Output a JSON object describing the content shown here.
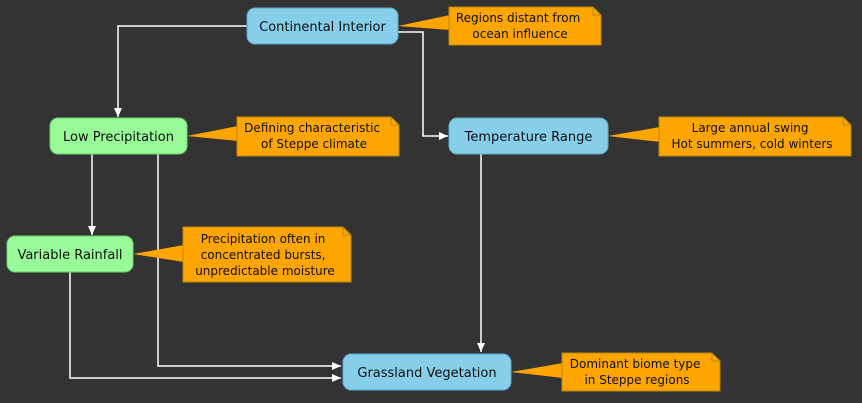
{
  "colors": {
    "background": "#333333",
    "blue_node": "#87CEEB",
    "green_node": "#98FB98",
    "note_fill": "#FFA500",
    "note_stroke": "#B8860B",
    "edge": "#FFFFFF"
  },
  "nodes": {
    "continental": {
      "label": "Continental Interior"
    },
    "low_precip": {
      "label": "Low Precipitation"
    },
    "temp_range": {
      "label": "Temperature Range"
    },
    "variable_rain": {
      "label": "Variable Rainfall"
    },
    "grassland": {
      "label": "Grassland Vegetation"
    }
  },
  "notes": {
    "continental": {
      "lines": [
        "Regions distant from",
        "ocean influence"
      ]
    },
    "low_precip": {
      "lines": [
        "Defining characteristic",
        "of Steppe climate"
      ]
    },
    "temp_range": {
      "lines": [
        "Large annual swing",
        "Hot summers, cold winters"
      ]
    },
    "variable_rain": {
      "lines": [
        "Precipitation often in",
        "concentrated bursts,",
        "unpredictable moisture"
      ]
    },
    "grassland": {
      "lines": [
        "Dominant biome type",
        "in Steppe regions"
      ]
    }
  }
}
